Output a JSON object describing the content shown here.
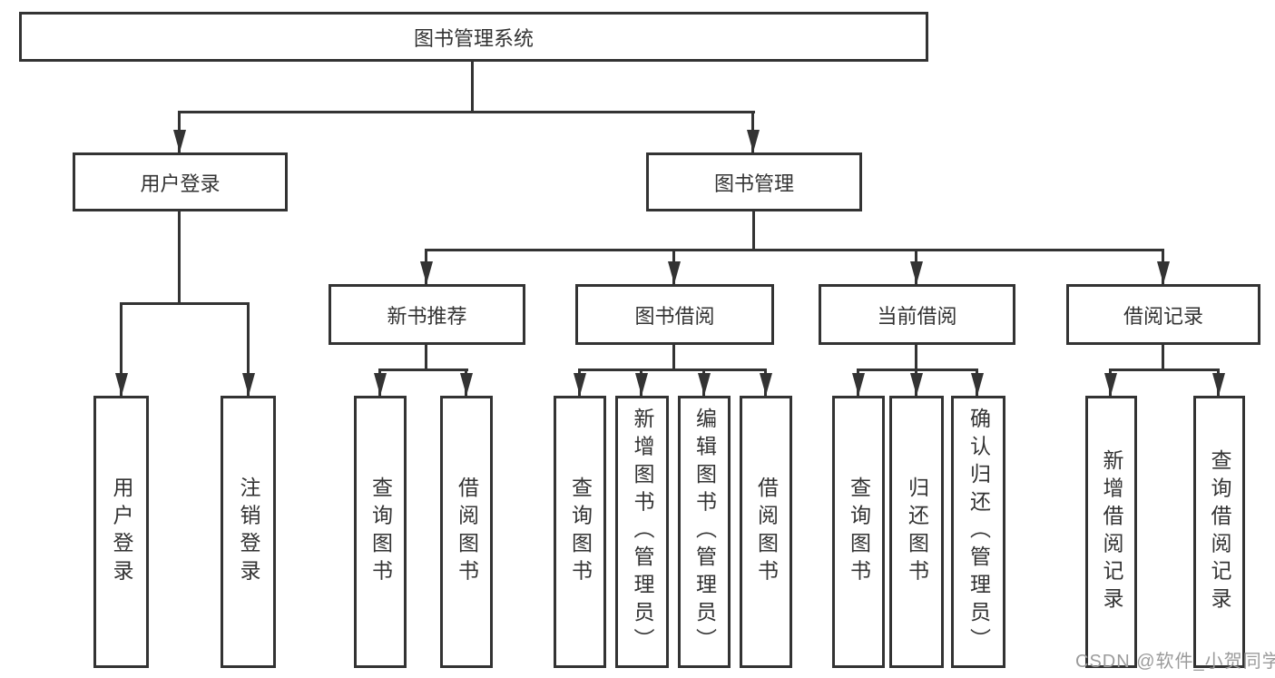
{
  "diagram_title": "图书管理系统",
  "colors": {
    "line": "#333333",
    "text": "#333333",
    "box_background": "#ffffff",
    "watermark": "#9b9b9b"
  },
  "watermark": {
    "text": "CSDN @软件_小贺同学"
  },
  "tree": {
    "root": {
      "label": "图书管理系统",
      "children": [
        {
          "label": "用户登录",
          "children": [
            {
              "label": "用户登录"
            },
            {
              "label": "注销登录"
            }
          ]
        },
        {
          "label": "图书管理",
          "children": [
            {
              "label": "新书推荐",
              "children": [
                {
                  "label": "查询图书"
                },
                {
                  "label": "借阅图书"
                }
              ]
            },
            {
              "label": "图书借阅",
              "children": [
                {
                  "label": "查询图书"
                },
                {
                  "label": "新增图书（管理员）"
                },
                {
                  "label": "编辑图书（管理员）"
                },
                {
                  "label": "借阅图书"
                }
              ]
            },
            {
              "label": "当前借阅",
              "children": [
                {
                  "label": "查询图书"
                },
                {
                  "label": "归还图书"
                },
                {
                  "label": "确认归还（管理员）"
                }
              ]
            },
            {
              "label": "借阅记录",
              "children": [
                {
                  "label": "新增借阅记录"
                },
                {
                  "label": "查询借阅记录"
                }
              ]
            }
          ]
        }
      ]
    }
  }
}
